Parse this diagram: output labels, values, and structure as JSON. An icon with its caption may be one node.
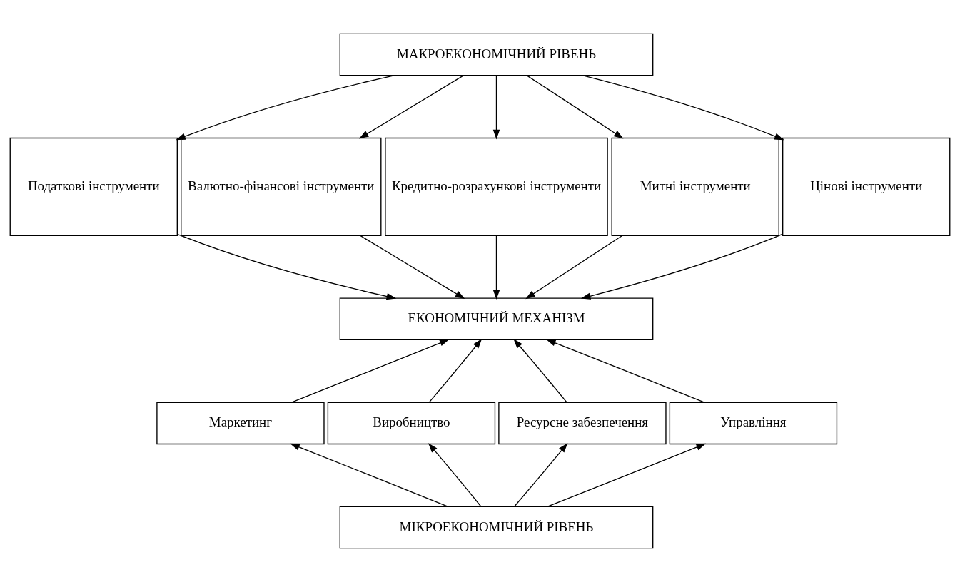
{
  "diagram": {
    "nodes": [
      {
        "text": [
          "МАКРОЕКОНОМІЧНИЙ РІВЕНЬ"
        ]
      },
      {
        "text": [
          "Податкові інструменти"
        ]
      },
      {
        "text": [
          "Валютно-фінансові інструменти"
        ]
      },
      {
        "text": [
          "Кредитно-розрахункові інструменти"
        ]
      },
      {
        "text": [
          "Митні інструменти"
        ]
      },
      {
        "text": [
          "Цінові інструменти"
        ]
      },
      {
        "text": [
          "ЕКОНОМІЧНИЙ МЕХАНІЗМ"
        ]
      },
      {
        "text": [
          "Маркетинг"
        ]
      },
      {
        "text": [
          "Виробництво"
        ]
      },
      {
        "text": [
          "Ресурсне забезпечення"
        ]
      },
      {
        "text": [
          "Управління"
        ]
      },
      {
        "text": [
          "МІКРОЕКОНОМІЧНИЙ РІВЕНЬ"
        ]
      }
    ],
    "edges": [
      {
        "from": 0,
        "to": 1,
        "arrow": "to"
      },
      {
        "from": 0,
        "to": 2,
        "arrow": "to"
      },
      {
        "from": 0,
        "to": 3,
        "arrow": "to"
      },
      {
        "from": 0,
        "to": 4,
        "arrow": "to"
      },
      {
        "from": 0,
        "to": 5,
        "arrow": "to"
      },
      {
        "from": 1,
        "to": 6,
        "arrow": "to"
      },
      {
        "from": 2,
        "to": 6,
        "arrow": "to"
      },
      {
        "from": 3,
        "to": 6,
        "arrow": "to"
      },
      {
        "from": 4,
        "to": 6,
        "arrow": "to"
      },
      {
        "from": 5,
        "to": 6,
        "arrow": "to"
      },
      {
        "from": 7,
        "to": 6,
        "arrow": "to"
      },
      {
        "from": 8,
        "to": 6,
        "arrow": "to"
      },
      {
        "from": 9,
        "to": 6,
        "arrow": "to"
      },
      {
        "from": 10,
        "to": 6,
        "arrow": "to"
      },
      {
        "from": 11,
        "to": 7,
        "arrow": "to"
      },
      {
        "from": 11,
        "to": 8,
        "arrow": "to"
      },
      {
        "from": 11,
        "to": 9,
        "arrow": "to"
      },
      {
        "from": 11,
        "to": 10,
        "arrow": "to"
      }
    ]
  }
}
